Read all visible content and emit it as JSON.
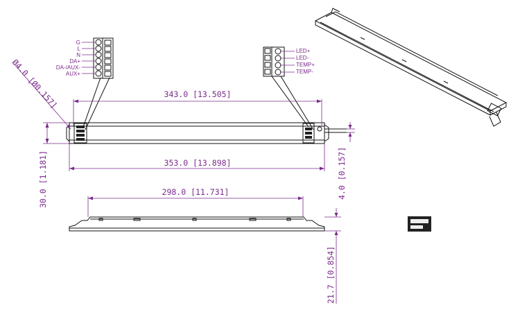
{
  "dimensions": {
    "hole": "Ø4.0 [Ø0.157]",
    "mount_span": "343.0 [13.505]",
    "overall_length": "353.0 [13.898]",
    "width": "30.0 [1.181]",
    "tab": "4.0 [0.157]",
    "side_span": "298.0 [11.731]",
    "height": "21.7 [0.854]"
  },
  "input_terminal": {
    "pins": [
      "G",
      "L",
      "N",
      "DA+",
      "DA-/AUX-",
      "AUX+"
    ]
  },
  "output_terminal": {
    "pins": [
      "LED+",
      "LED-",
      "TEMP+",
      "TEMP-"
    ]
  },
  "colors": {
    "dimension": "#7a2a8c",
    "line": "#111111"
  }
}
